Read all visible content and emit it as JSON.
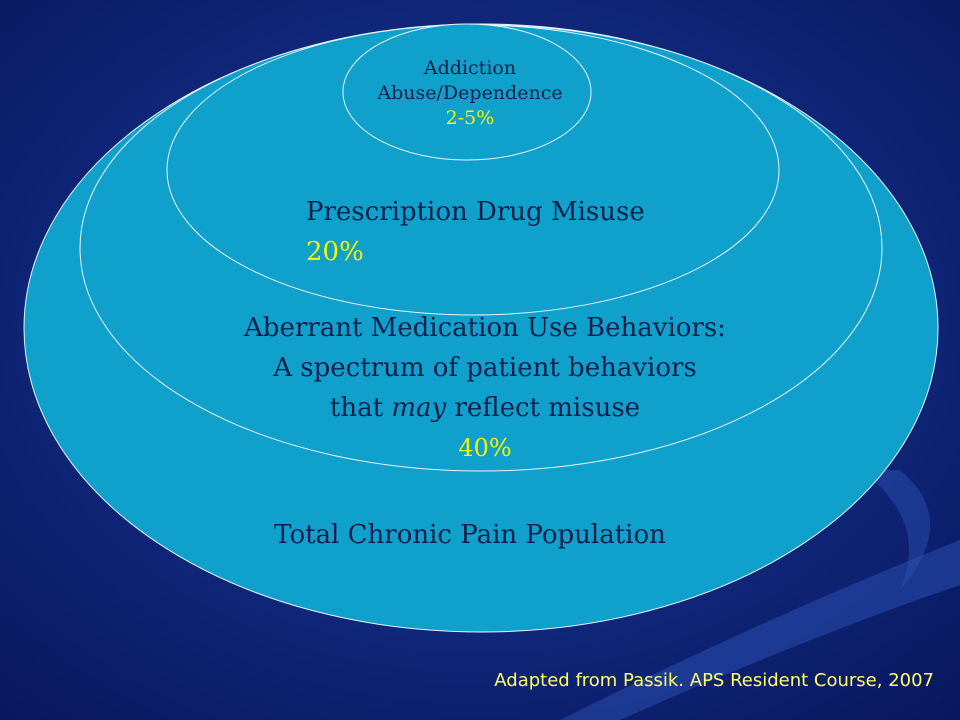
{
  "slide": {
    "colors": {
      "background_dark": "#08175e",
      "background_mid": "#1a3a9c",
      "ellipse_fill": "#0fa0cc",
      "ellipse_stroke": "#e8f4ff",
      "text": "#0d1f4a",
      "percent": "#f5f500",
      "note": "#ffff66"
    }
  },
  "circles": {
    "addiction": {
      "line1": "Addiction",
      "line2": "Abuse/Dependence",
      "percent": "2-5%"
    },
    "prescription": {
      "label": "Prescription Drug Misuse",
      "percent": "20%"
    },
    "aberrant": {
      "line1": "Aberrant Medication Use Behaviors:",
      "line2": "A spectrum of patient behaviors",
      "line3_pre": "that ",
      "line3_em": "may",
      "line3_post": " reflect misuse",
      "percent": "40%"
    },
    "total": {
      "label": "Total Chronic Pain Population"
    }
  },
  "source_note": "Adapted from Passik. APS Resident Course, 2007"
}
